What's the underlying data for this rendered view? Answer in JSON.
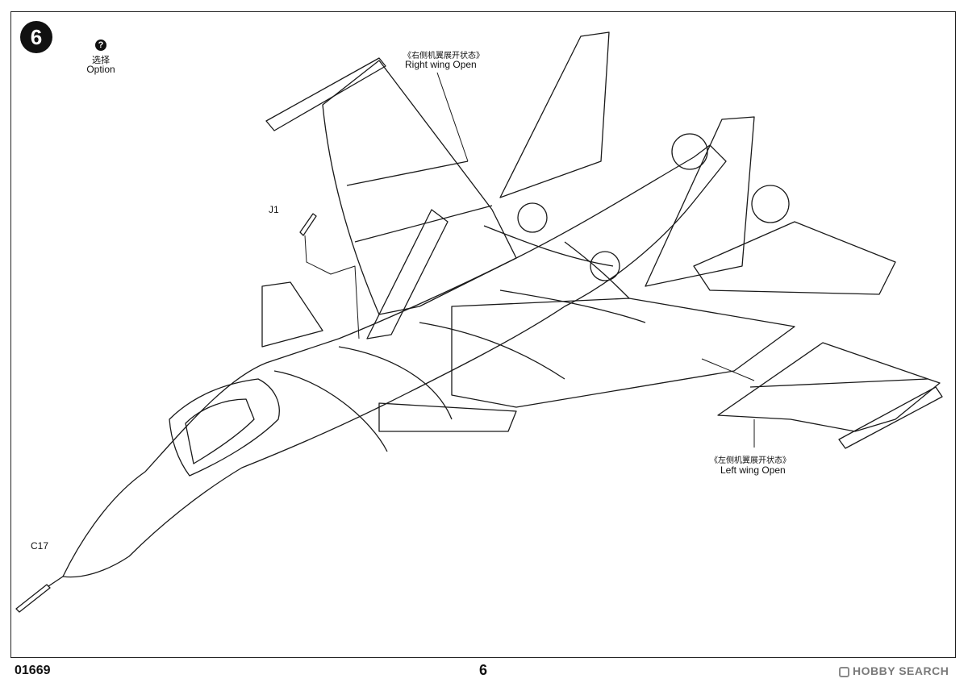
{
  "step": {
    "number": "6"
  },
  "option": {
    "icon": "question-icon",
    "icon_glyph": "?",
    "label_zh": "选择",
    "label_en": "Option"
  },
  "callouts": {
    "right_wing": {
      "zh": "《右侧机翼展开状态》",
      "en": "Right wing Open"
    },
    "left_wing": {
      "zh": "《左侧机翼展开状态》",
      "en": "Left wing Open"
    }
  },
  "parts": {
    "j1": "J1",
    "c17": "C17"
  },
  "footer": {
    "code": "01669",
    "page": "6"
  },
  "watermark": {
    "text": "HOBBY SEARCH"
  }
}
